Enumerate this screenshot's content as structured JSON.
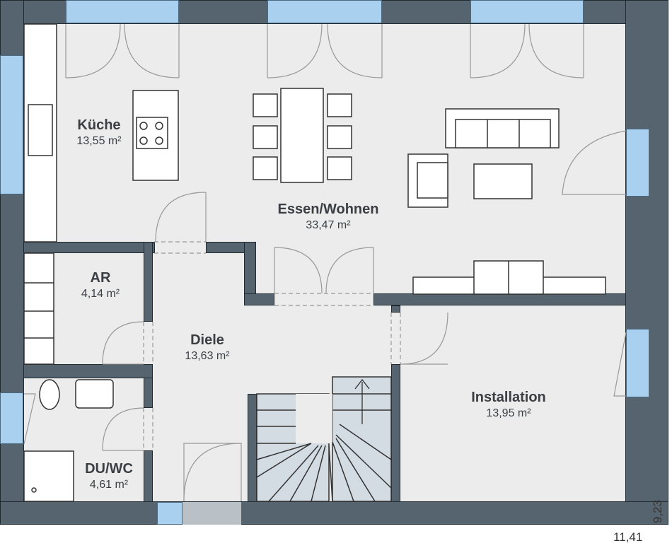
{
  "rooms": [
    {
      "name": "Küche",
      "area": "13,55 m²"
    },
    {
      "name": "Essen/Wohnen",
      "area": "33,47 m²"
    },
    {
      "name": "AR",
      "area": "4,14 m²"
    },
    {
      "name": "Diele",
      "area": "13,63 m²"
    },
    {
      "name": "Installation",
      "area": "13,95 m²"
    },
    {
      "name": "DU/WC",
      "area": "4,61 m²"
    }
  ],
  "dimensions": {
    "width": "11,41",
    "depth": "9,23"
  },
  "colors": {
    "wall": "#56646f",
    "floor": "#ececec",
    "window": "#a9d1ef",
    "stairs": "#d3dbe3"
  }
}
